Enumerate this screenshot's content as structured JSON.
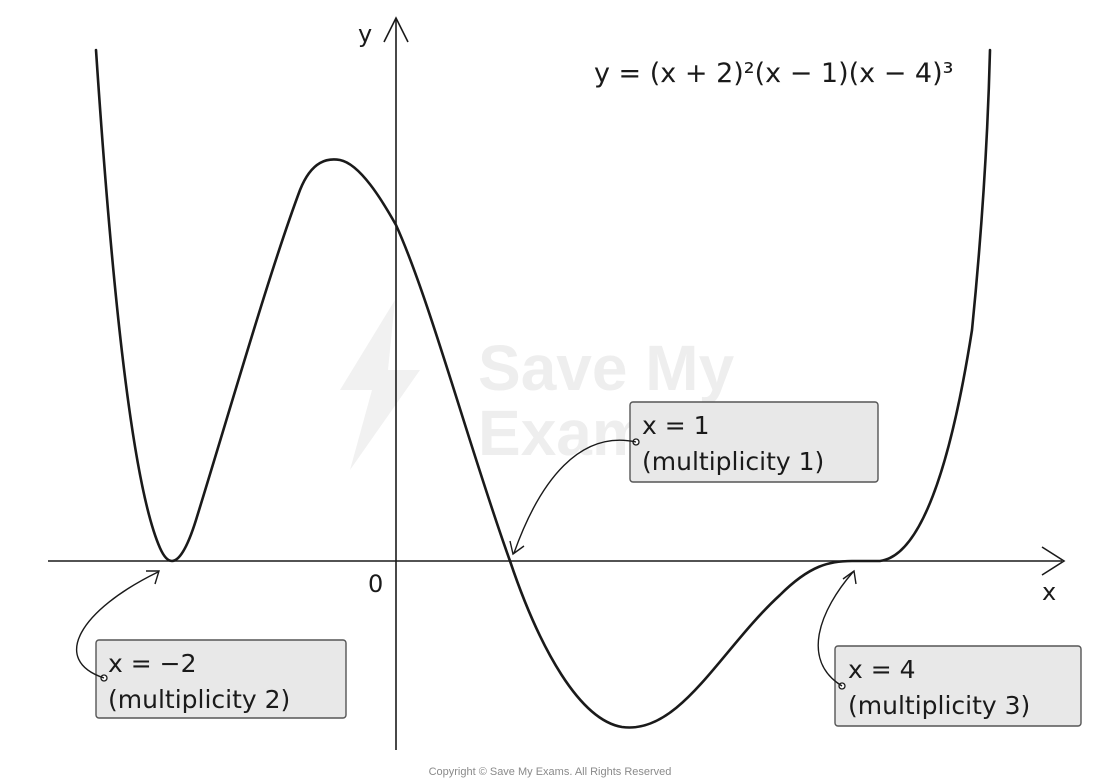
{
  "graph": {
    "equation": "y = (x + 2)²(x − 1)(x − 4)³",
    "x_axis_label": "x",
    "y_axis_label": "y",
    "origin_label": "0",
    "colors": {
      "curve": "#1a1a1a",
      "box_fill": "#e8e8e8",
      "box_stroke": "#555555"
    }
  },
  "annotations": [
    {
      "line1": "x = −2",
      "line2": "(multiplicity 2)"
    },
    {
      "line1": "x = 1",
      "line2": "(multiplicity 1)"
    },
    {
      "line1": "x = 4",
      "line2": "(multiplicity 3)"
    }
  ],
  "watermark": {
    "line1": "Save My",
    "line2": "Exams"
  },
  "copyright": "Copyright © Save My Exams. All Rights Reserved"
}
